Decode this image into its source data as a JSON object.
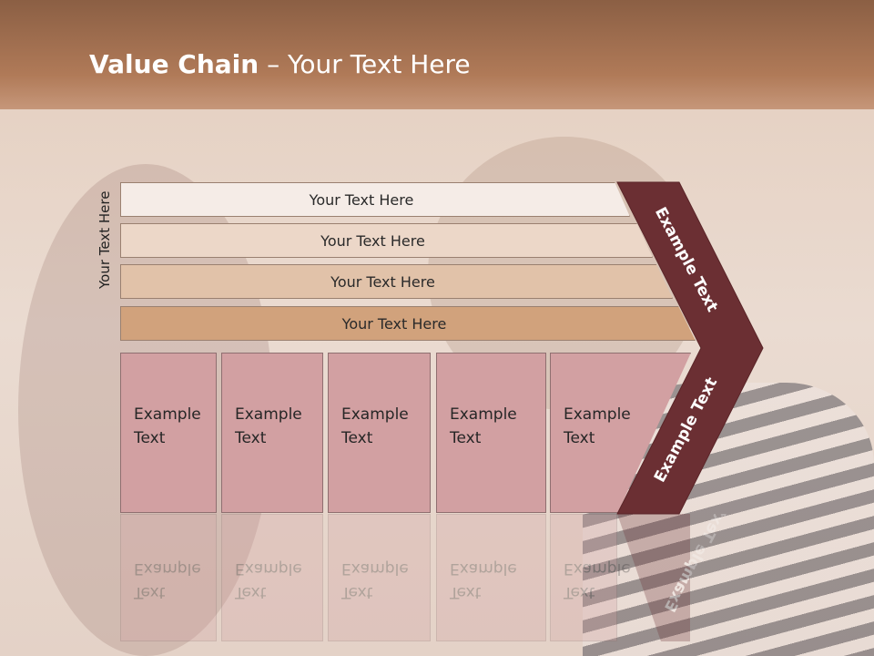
{
  "slide": {
    "title_bold": "Value Chain",
    "title_rest": " – Your Text Here",
    "side_label": "Your Text Here"
  },
  "rows": [
    {
      "label": "Your Text Here"
    },
    {
      "label": "Your Text Here"
    },
    {
      "label": "Your Text Here"
    },
    {
      "label": "Your Text Here"
    }
  ],
  "boxes": [
    {
      "line1": "Example",
      "line2": "Text"
    },
    {
      "line1": "Example",
      "line2": "Text"
    },
    {
      "line1": "Example",
      "line2": "Text"
    },
    {
      "line1": "Example",
      "line2": "Text"
    },
    {
      "line1": "Example",
      "line2": "Text"
    }
  ],
  "chevron": {
    "upper_label": "Example Text",
    "lower_label": "Example Text",
    "color": "#6b2f33"
  },
  "colors": {
    "row_fills": [
      "#f5ece7",
      "#ecd7c8",
      "#e1c2a9",
      "#d1a27c"
    ],
    "box_fill": "#d2a0a2",
    "title_color": "#ffffff"
  }
}
